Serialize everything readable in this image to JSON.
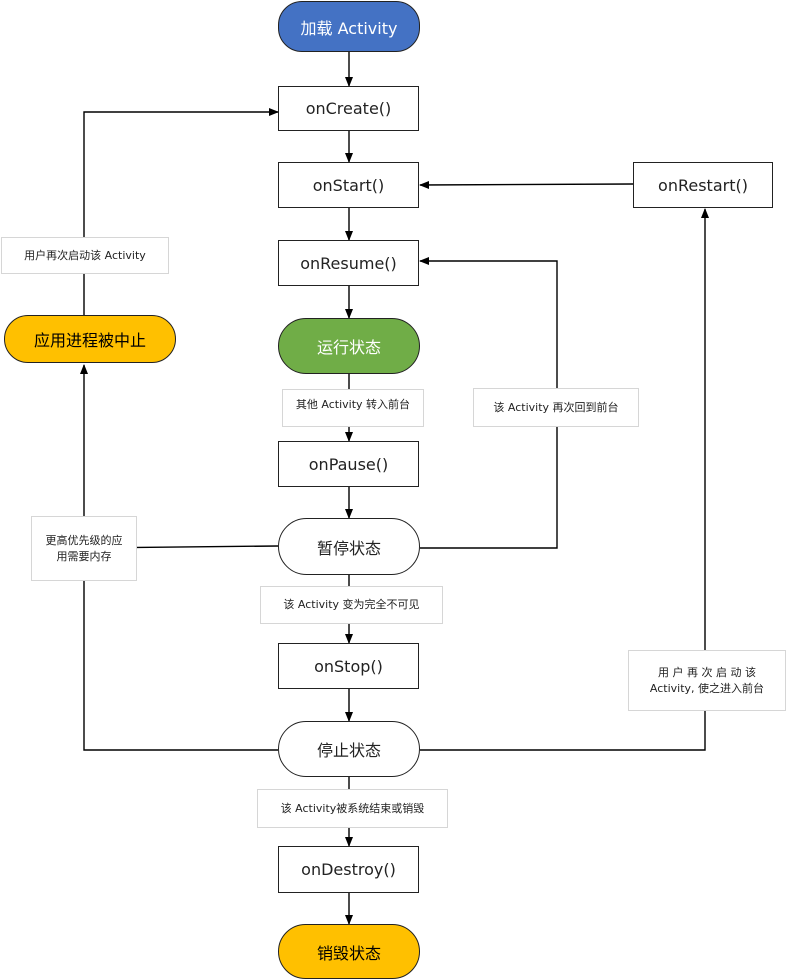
{
  "nodes": {
    "load": "加载 Activity",
    "oncreate": "onCreate()",
    "onstart": "onStart()",
    "onrestart": "onRestart()",
    "onresume": "onResume()",
    "running": "运行状态",
    "onpause": "onPause()",
    "paused": "暂停状态",
    "onstop": "onStop()",
    "stopped": "停止状态",
    "ondestroy": "onDestroy()",
    "destroyed": "销毁状态",
    "killed": "应用进程被中止"
  },
  "labels": {
    "user_restart": "用户再次启动该 Activity",
    "other_front": "其他  Activity 转入前台",
    "back_front": "该 Activity 再次回到前台",
    "high_priority": "更高优先级的应用需要内存",
    "invisible": "该 Activity 变为完全不可见",
    "user_restart_front": "用 户 再 次 启 动 该 Activity, 使之进入前台",
    "destroyed_by_system": "该 Activity被系统结束或销毁"
  },
  "colors": {
    "start": "#4472C4",
    "running": "#70AD47",
    "end": "#FFC000",
    "line": "#000000"
  }
}
